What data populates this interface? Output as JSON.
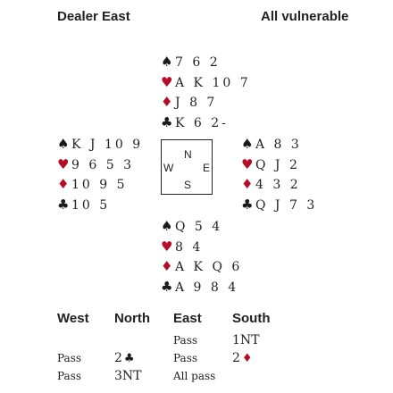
{
  "header": {
    "dealer": "Dealer East",
    "vulnerability": "All vulnerable"
  },
  "hands": {
    "north": [
      {
        "suit": "♠",
        "color": "black",
        "cards": "7 6 2"
      },
      {
        "suit": "♥",
        "color": "red",
        "cards": "A K 10 7"
      },
      {
        "suit": "♦",
        "color": "red",
        "cards": "J 8 7"
      },
      {
        "suit": "♣",
        "color": "black",
        "cards": "K 6 2-"
      }
    ],
    "west": [
      {
        "suit": "♠",
        "color": "black",
        "cards": "K J 10 9"
      },
      {
        "suit": "♥",
        "color": "red",
        "cards": "9 6 5 3"
      },
      {
        "suit": "♦",
        "color": "red",
        "cards": "10 9 5"
      },
      {
        "suit": "♣",
        "color": "black",
        "cards": "10 5"
      }
    ],
    "east": [
      {
        "suit": "♠",
        "color": "black",
        "cards": "A 8 3"
      },
      {
        "suit": "♥",
        "color": "red",
        "cards": "Q J 2"
      },
      {
        "suit": "♦",
        "color": "red",
        "cards": "4 3 2"
      },
      {
        "suit": "♣",
        "color": "black",
        "cards": "Q J 7 3"
      }
    ],
    "south": [
      {
        "suit": "♠",
        "color": "black",
        "cards": "Q 5 4"
      },
      {
        "suit": "♥",
        "color": "red",
        "cards": "8 4"
      },
      {
        "suit": "♦",
        "color": "red",
        "cards": "A K Q 6"
      },
      {
        "suit": "♣",
        "color": "black",
        "cards": "A 9 8 4"
      }
    ]
  },
  "compass": {
    "north": "N",
    "west": "W",
    "east": "E",
    "south": "S"
  },
  "auction": {
    "headers": [
      "West",
      "North",
      "East",
      "South"
    ],
    "rows": [
      [
        "",
        "",
        "Pass",
        "1NT"
      ],
      [
        "Pass",
        "2♣",
        "Pass",
        "2♦"
      ],
      [
        "Pass",
        "3NT",
        "All pass",
        ""
      ]
    ]
  },
  "colors": {
    "red_suit": "#b0102a",
    "black_suit": "#1a1a1a"
  }
}
